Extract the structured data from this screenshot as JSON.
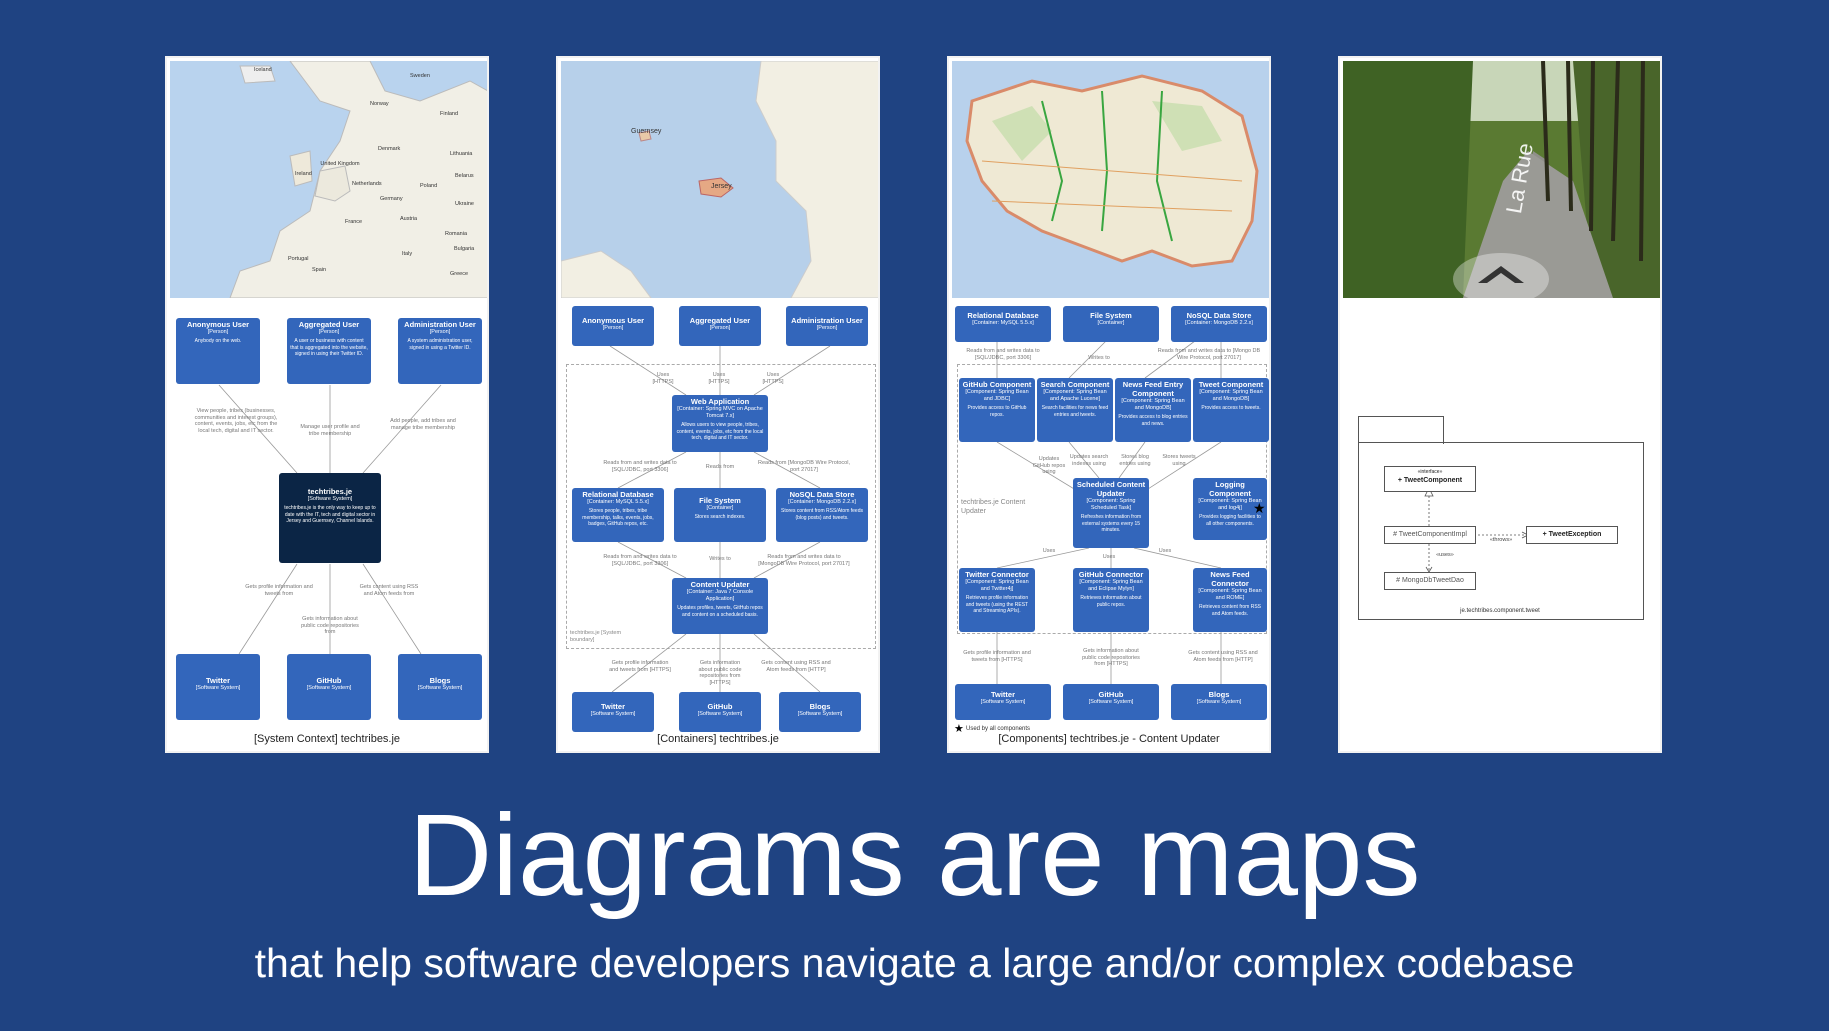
{
  "slide": {
    "title": "Diagrams are maps",
    "subtitle": "that help software developers navigate a large and/or complex codebase"
  },
  "context": {
    "caption": "[System Context] techtribes.je",
    "map_labels": [
      "Iceland",
      "Sweden",
      "Norway",
      "Finland",
      "United Kingdom",
      "Ireland",
      "Denmark",
      "Lithuania",
      "Netherlands",
      "Belarus",
      "Poland",
      "Germany",
      "Ukraine",
      "France",
      "Austria",
      "Romania",
      "Italy",
      "Bulgaria",
      "Portugal",
      "Spain",
      "Greece"
    ],
    "users": [
      {
        "name": "Anonymous User",
        "type": "[Person]",
        "desc": "Anybody on the web."
      },
      {
        "name": "Aggregated User",
        "type": "[Person]",
        "desc": "A user or business with content that is aggregated into the website, signed in using their Twitter ID."
      },
      {
        "name": "Administration User",
        "type": "[Person]",
        "desc": "A system administration user, signed in using a Twitter ID."
      }
    ],
    "rel_top": [
      "View people, tribes (businesses, communities and interest groups), content, events, jobs, etc from the local tech, digital and IT sector.",
      "Manage user profile and tribe membership",
      "Add people, add tribes and manage tribe membership"
    ],
    "system": {
      "name": "techtribes.je",
      "type": "[Software System]",
      "desc": "techtribes.je is the only way to keep up to date with the IT, tech and digital sector in Jersey and Guernsey, Channel Islands."
    },
    "rel_bottom": [
      "Gets profile information and tweets from",
      "Gets information about public code repositories from",
      "Gets content using RSS and Atom feeds from"
    ],
    "externals": [
      {
        "name": "Twitter",
        "type": "[Software System]"
      },
      {
        "name": "GitHub",
        "type": "[Software System]"
      },
      {
        "name": "Blogs",
        "type": "[Software System]"
      }
    ]
  },
  "containers": {
    "caption": "[Containers] techtribes.je",
    "map_labels": [
      "Guernsey",
      "Jersey"
    ],
    "users": [
      {
        "name": "Anonymous User",
        "type": "[Person]"
      },
      {
        "name": "Aggregated User",
        "type": "[Person]"
      },
      {
        "name": "Administration User",
        "type": "[Person]"
      }
    ],
    "user_rels": [
      "Uses [HTTPS]",
      "Uses [HTTPS]",
      "Uses [HTTPS]"
    ],
    "web": {
      "name": "Web Application",
      "type": "[Container: Spring MVC on Apache Tomcat 7.x]",
      "desc": "Allows users to view people, tribes, content, events, jobs, etc from the local tech, digital and IT sector."
    },
    "rel_mid": [
      "Reads from and writes data to [SQL/JDBC, port 3306]",
      "Reads from",
      "Reads from [MongoDB Wire Protocol, port 27017]"
    ],
    "stores": [
      {
        "name": "Relational Database",
        "type": "[Container: MySQL 5.5.x]",
        "desc": "Stores people, tribes, tribe membership, talks, events, jobs, badges, GitHub repos, etc."
      },
      {
        "name": "File System",
        "type": "[Container]",
        "desc": "Stores search indexes."
      },
      {
        "name": "NoSQL Data Store",
        "type": "[Container: MongoDB 2.2.x]",
        "desc": "Stores content from RSS/Atom feeds (blog posts) and tweets."
      }
    ],
    "rel_low": [
      "Reads from and writes data to [SQL/JDBC, port 3306]",
      "Writes to",
      "Reads from and writes data to [MongoDB Wire Protocol, port 27017]"
    ],
    "updater": {
      "name": "Content Updater",
      "type": "[Container: Java 7 Console Application]",
      "desc": "Updates profiles, tweets, GitHub repos and content on a scheduled basis."
    },
    "boundary_label": "techtribes.je [System boundary]",
    "rel_bottom": [
      "Gets profile information and tweets from [HTTPS]",
      "Gets information about public code repositories from [HTTPS]",
      "Gets content using RSS and Atom feeds from [HTTP]"
    ],
    "externals": [
      {
        "name": "Twitter",
        "type": "[Software System]"
      },
      {
        "name": "GitHub",
        "type": "[Software System]"
      },
      {
        "name": "Blogs",
        "type": "[Software System]"
      }
    ]
  },
  "components": {
    "caption": "[Components] techtribes.je - Content Updater",
    "stores": [
      {
        "name": "Relational Database",
        "type": "[Container: MySQL 5.5.x]"
      },
      {
        "name": "File System",
        "type": "[Container]"
      },
      {
        "name": "NoSQL Data Store",
        "type": "[Container: MongoDB 2.2.x]"
      }
    ],
    "rel_stores": [
      "Reads from and writes data to [SQL/JDBC, port 3306]",
      "Writes to",
      "Reads from and writes data to [Mongo DB Wire Protocol, port 27017]"
    ],
    "comps": [
      {
        "name": "GitHub Component",
        "type": "[Component: Spring Bean and JDBC]",
        "desc": "Provides access to GitHub repos."
      },
      {
        "name": "Search Component",
        "type": "[Component: Spring Bean and Apache Lucene]",
        "desc": "Search facilities for news feed entries and tweets."
      },
      {
        "name": "News Feed Entry Component",
        "type": "[Component: Spring Bean and MongoDB]",
        "desc": "Provides access to blog entries and news."
      },
      {
        "name": "Tweet Component",
        "type": "[Component: Spring Bean and MongoDB]",
        "desc": "Provides access to tweets."
      }
    ],
    "rel_comps": [
      "Updates GitHub repos using",
      "Updates search indexes using",
      "Stores blog entries using",
      "Stores tweets using"
    ],
    "boundary_label": "techtribes.je Content Updater",
    "scheduler": {
      "name": "Scheduled Content Updater",
      "type": "[Component: Spring Scheduled Task]",
      "desc": "Refreshes information from external systems every 15 minutes."
    },
    "logging": {
      "name": "Logging Component",
      "type": "[Component: Spring Bean and log4j]",
      "desc": "Provides logging facilities to all other components."
    },
    "rel_uses": [
      "Uses",
      "Uses",
      "Uses"
    ],
    "connectors": [
      {
        "name": "Twitter Connector",
        "type": "[Component: Spring Bean and Twitter4j]",
        "desc": "Retrieves profile information and tweets (using the REST and Streaming APIs)."
      },
      {
        "name": "GitHub Connector",
        "type": "[Component: Spring Bean and Eclipse Mylyn]",
        "desc": "Retrieves information about public repos."
      },
      {
        "name": "News Feed Connector",
        "type": "[Component: Spring Bean and ROME]",
        "desc": "Retrieves content from RSS and Atom feeds."
      }
    ],
    "rel_bottom": [
      "Gets profile information and tweets from [HTTPS]",
      "Gets information about public code repositories from [HTTPS]",
      "Gets content using RSS and Atom feeds from [HTTP]"
    ],
    "externals": [
      {
        "name": "Twitter",
        "type": "[Software System]"
      },
      {
        "name": "GitHub",
        "type": "[Software System]"
      },
      {
        "name": "Blogs",
        "type": "[Software System]"
      }
    ],
    "legend": "Used by all components",
    "star": "★"
  },
  "code": {
    "street_text": "La Rue",
    "interface_stereo": "«interface»",
    "interface_name": "+ TweetComponent",
    "impl_name": "# TweetComponentImpl",
    "exception_name": "+ TweetException",
    "dao_name": "# MongoDbTweetDao",
    "throws_label": "«throws»",
    "uses_label": "«uses»",
    "package_name": "je.techtribes.component.tweet"
  }
}
